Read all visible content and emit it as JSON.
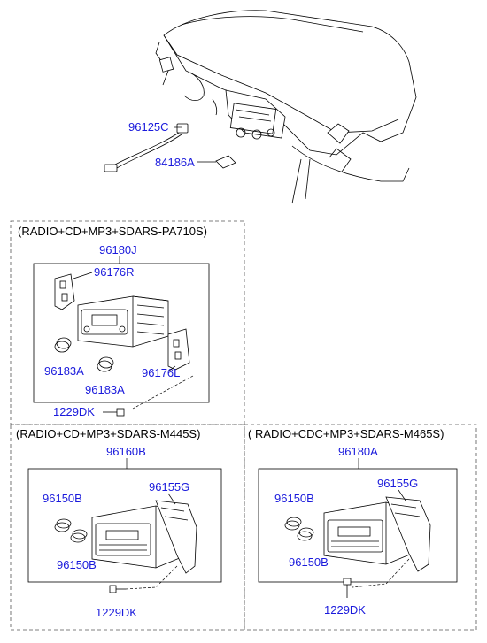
{
  "top": {
    "cable_part": "96125C",
    "plate_part": "84186A"
  },
  "panel_a": {
    "title": "(RADIO+CD+MP3+SDARS-PA710S)",
    "assembly": "96180J",
    "bracket_r": "96176R",
    "knob_1": "96183A",
    "knob_2": "96183A",
    "bracket_l": "96176L",
    "screw": "1229DK"
  },
  "panel_b": {
    "title": "(RADIO+CD+MP3+SDARS-M445S)",
    "assembly": "96160B",
    "bracket": "96155G",
    "knob_1": "96150B",
    "knob_2": "96150B",
    "screw": "1229DK"
  },
  "panel_c": {
    "title": "( RADIO+CDC+MP3+SDARS-M465S)",
    "assembly": "96180A",
    "bracket": "96155G",
    "knob_1": "96150B",
    "knob_2": "96150B",
    "screw": "1229DK"
  }
}
